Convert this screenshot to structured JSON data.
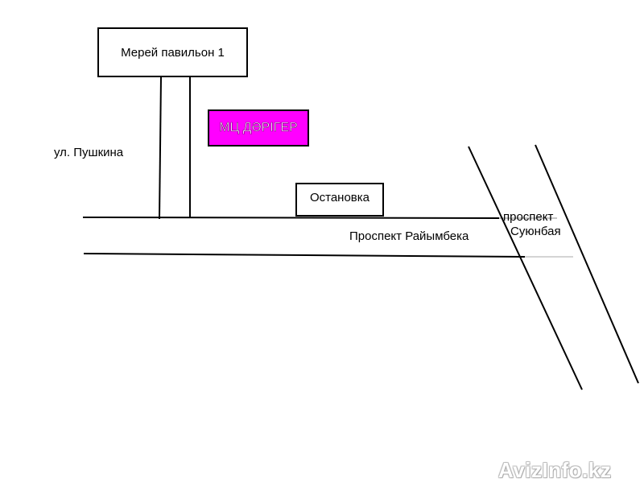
{
  "places": {
    "pavilion": "Мерей павильон 1",
    "clinic": "МЦ ДӘРІГЕР",
    "bus_stop": "Остановка"
  },
  "streets": {
    "pushkin": "ул. Пушкина",
    "raiymbek": "Проспект Райымбека",
    "suyunbai_line1": "проспект",
    "suyunbai_line2": "Суюнбая"
  },
  "watermark": "AvizInfo.kz",
  "colors": {
    "clinic_fill": "#ff00ff",
    "line": "#000000"
  }
}
